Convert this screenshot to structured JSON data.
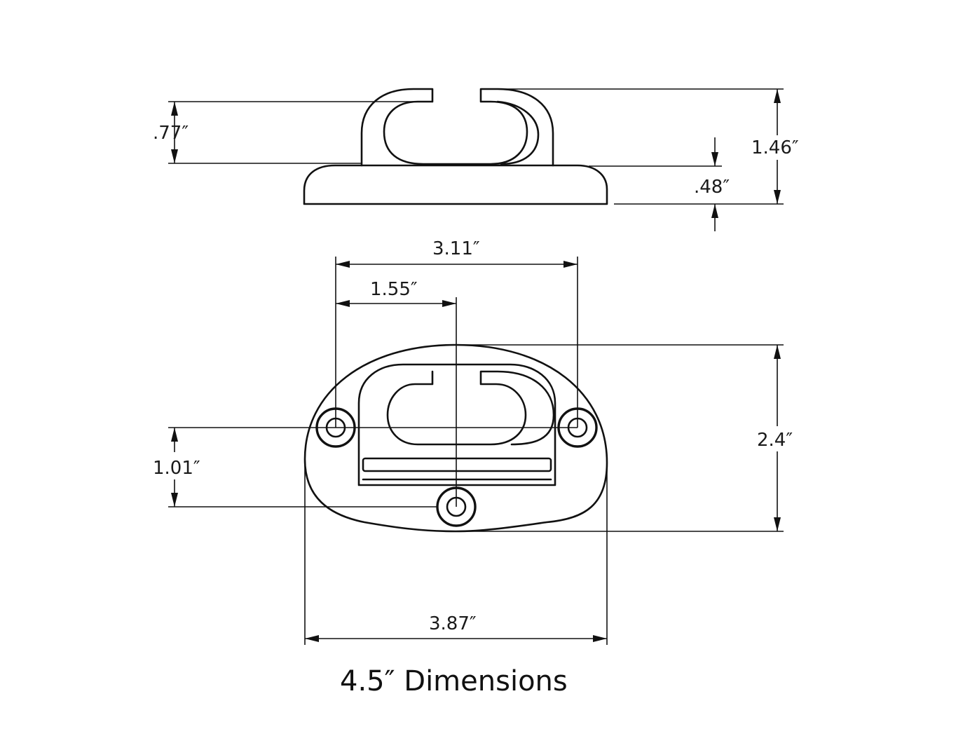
{
  "title": "4.5″ Dimensions",
  "dimensions": {
    "clip_height": ".77″",
    "overall_height": "1.46″",
    "base_height": ".48″",
    "hole_spacing": "3.11″",
    "half_spacing": "1.55″",
    "depth": "2.4″",
    "hole_offset": "1.01″",
    "overall_width": "3.87″"
  },
  "colors": {
    "line": "#111111",
    "background": "#ffffff"
  }
}
